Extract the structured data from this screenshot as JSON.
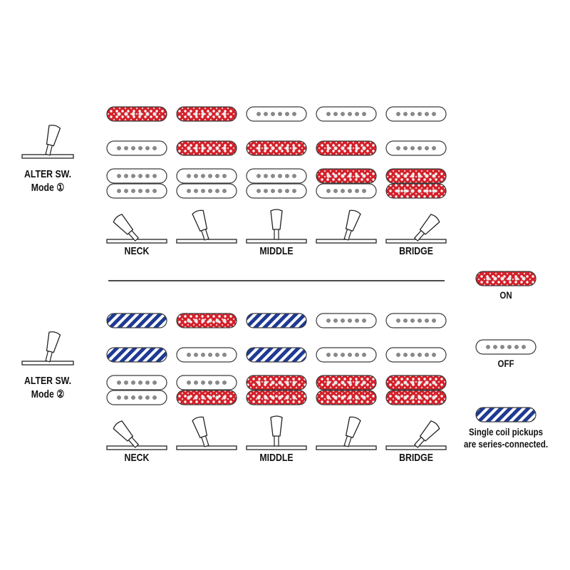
{
  "colors": {
    "on": "#d3202a",
    "series": "#1f3a93",
    "off_fill": "#ffffff",
    "outline": "#3a3a3a",
    "pole": "#8a8a8a"
  },
  "sections": [
    {
      "mode_label_1": "ALTER SW.",
      "mode_label_2": "Mode ①",
      "position_labels": [
        "NECK",
        "",
        "MIDDLE",
        "",
        "BRIDGE"
      ],
      "lever_angles": [
        -42,
        -18,
        0,
        18,
        42
      ],
      "columns": [
        {
          "neck": "on",
          "middle": "off",
          "bridge_top": "off",
          "bridge_bottom": "off"
        },
        {
          "neck": "on",
          "middle": "on",
          "bridge_top": "off",
          "bridge_bottom": "off"
        },
        {
          "neck": "off",
          "middle": "on",
          "bridge_top": "off",
          "bridge_bottom": "off"
        },
        {
          "neck": "off",
          "middle": "on",
          "bridge_top": "on",
          "bridge_bottom": "off"
        },
        {
          "neck": "off",
          "middle": "off",
          "bridge_top": "on",
          "bridge_bottom": "on"
        }
      ]
    },
    {
      "mode_label_1": "ALTER SW.",
      "mode_label_2": "Mode ②",
      "position_labels": [
        "NECK",
        "",
        "MIDDLE",
        "",
        "BRIDGE"
      ],
      "lever_angles": [
        -42,
        -18,
        0,
        18,
        42
      ],
      "columns": [
        {
          "neck": "series",
          "middle": "series",
          "bridge_top": "off",
          "bridge_bottom": "off"
        },
        {
          "neck": "on",
          "middle": "off",
          "bridge_top": "off",
          "bridge_bottom": "on"
        },
        {
          "neck": "series",
          "middle": "series",
          "bridge_top": "on",
          "bridge_bottom": "on"
        },
        {
          "neck": "off",
          "middle": "off",
          "bridge_top": "on",
          "bridge_bottom": "on"
        },
        {
          "neck": "off",
          "middle": "off",
          "bridge_top": "on",
          "bridge_bottom": "on"
        }
      ]
    }
  ],
  "legend": {
    "on_label": "ON",
    "off_label": "OFF",
    "series_label_1": "Single coil pickups",
    "series_label_2": "are series-connected."
  }
}
